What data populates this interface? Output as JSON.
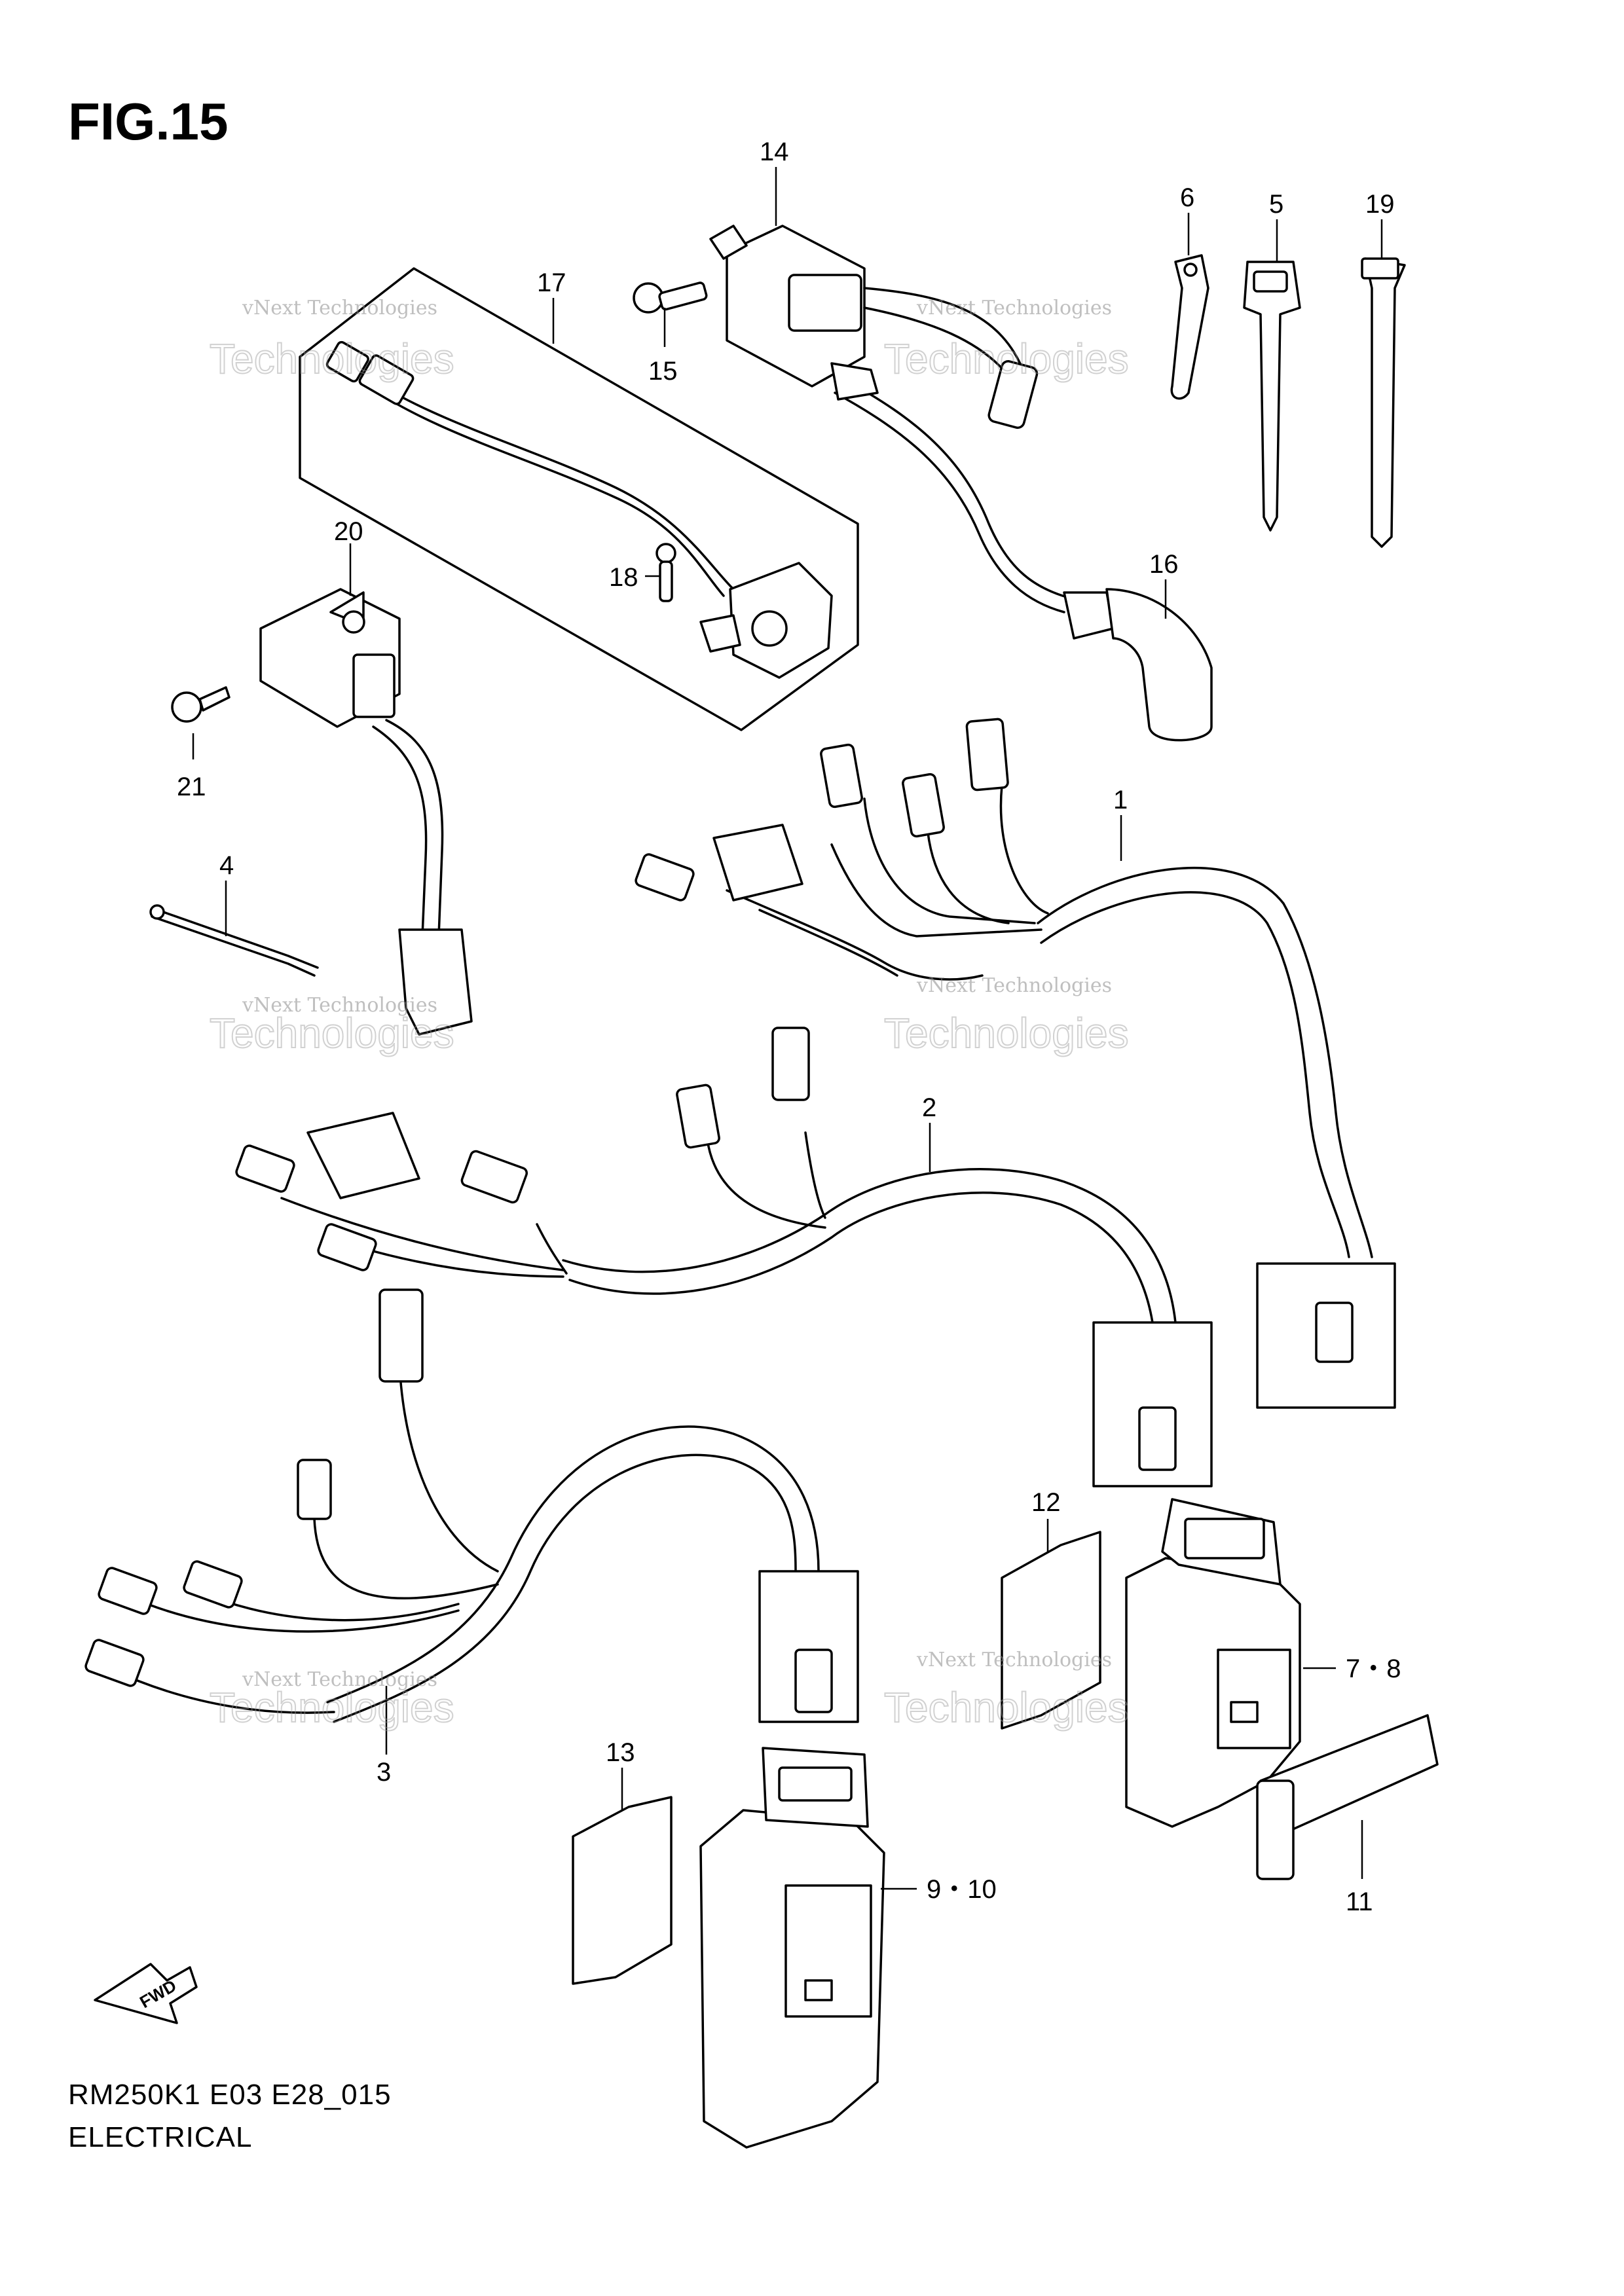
{
  "figure": {
    "title": "FIG.15"
  },
  "footer": {
    "code": "RM250K1 E03 E28_015",
    "section": "ELECTRICAL"
  },
  "fwd_label": "FWD",
  "watermark": {
    "line1": "vNext Technologies",
    "line2": "Technologies"
  },
  "callouts": {
    "c1": "1",
    "c2": "2",
    "c3": "3",
    "c4": "4",
    "c5": "5",
    "c6": "6",
    "c78": "7・8",
    "c910": "9・10",
    "c11": "11",
    "c12": "12",
    "c13": "13",
    "c14": "14",
    "c15": "15",
    "c16": "16",
    "c17": "17",
    "c18": "18",
    "c19": "19",
    "c20": "20",
    "c21": "21"
  }
}
